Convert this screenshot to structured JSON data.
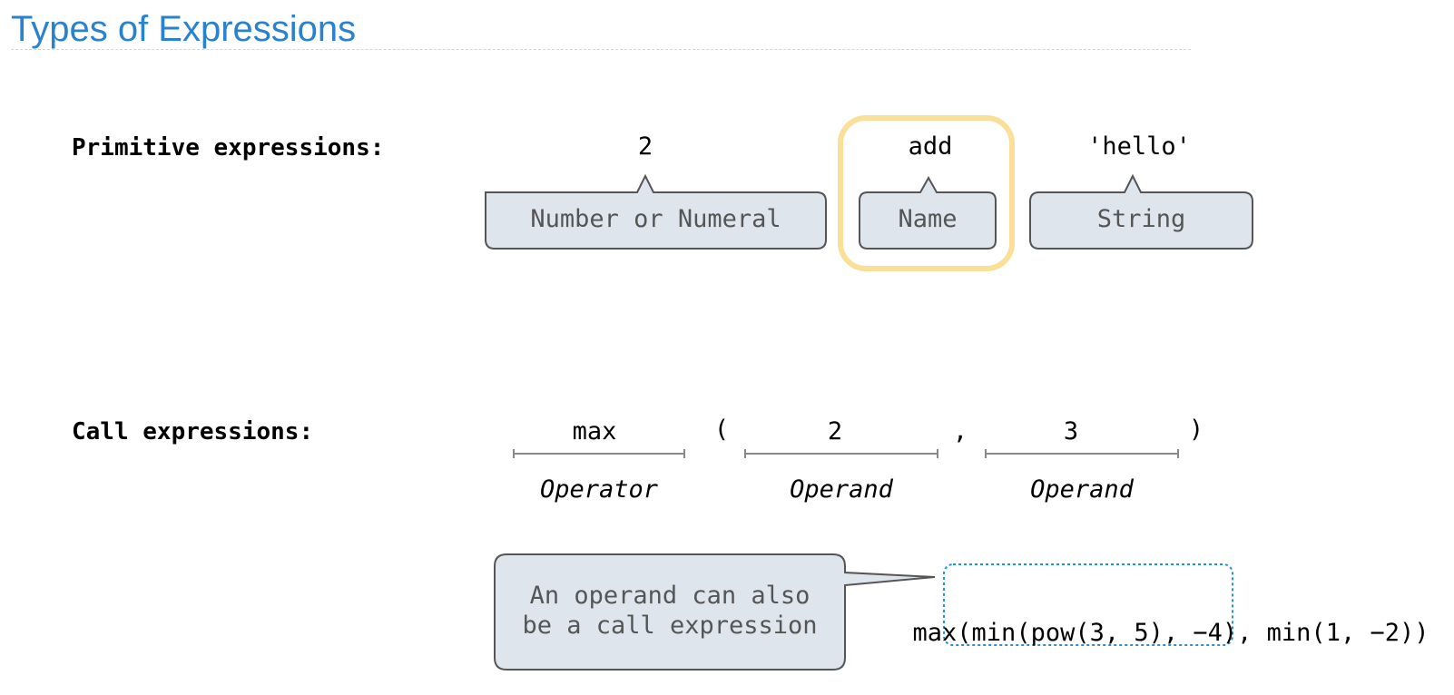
{
  "title": "Types of Expressions",
  "primitive": {
    "label": "Primitive expressions:",
    "items": [
      {
        "expr": "2",
        "kind": "Number or Numeral"
      },
      {
        "expr": "add",
        "kind": "Name"
      },
      {
        "expr": "'hello'",
        "kind": "String"
      }
    ],
    "highlight_color": "#fadf98"
  },
  "call": {
    "label": "Call expressions:",
    "parts": {
      "operator": "max",
      "open_paren": "(",
      "operand1": "2",
      "comma": ",",
      "operand2": "3",
      "close_paren": ")"
    },
    "roles": {
      "operator": "Operator",
      "operand1": "Operand",
      "operand2": "Operand"
    },
    "note_line1": "An operand can also",
    "note_line2": "be a call expression",
    "nested": {
      "prefix": "max(",
      "inner": "min(pow(3, 5), −4)",
      "suffix": ", min(1, −2))"
    },
    "dotted_box_color": "#2a8fd0"
  },
  "colors": {
    "title": "#2a82cf",
    "bubble_fill": "#dfe5ec",
    "bubble_stroke": "#555555",
    "bracket": "#888888"
  }
}
